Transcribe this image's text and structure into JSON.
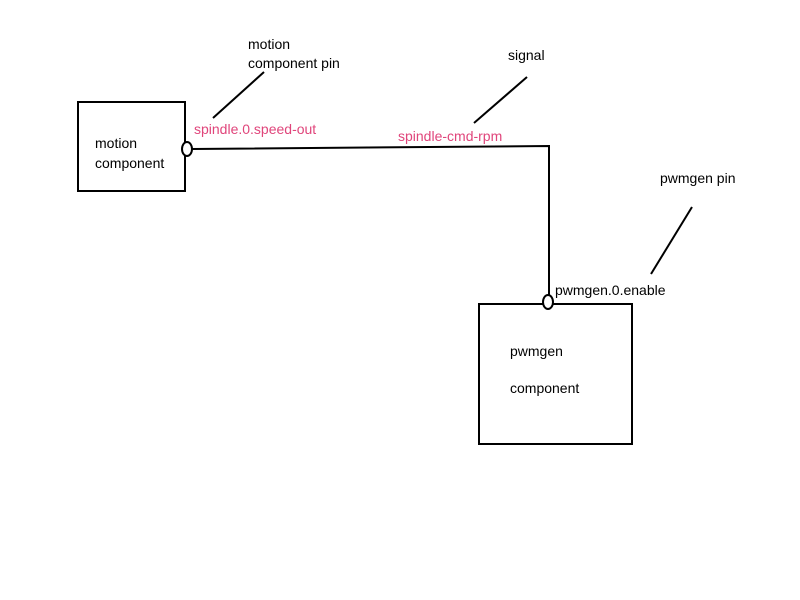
{
  "colors": {
    "pin_name": "#e0457b",
    "lines": "#000000",
    "text": "#000000"
  },
  "components": {
    "motion": {
      "line1": "motion",
      "line2": "component"
    },
    "pwmgen": {
      "line1": "pwmgen",
      "line2": "component"
    }
  },
  "pins": {
    "motion_out": "spindle.0.speed-out",
    "pwmgen_in": "pwmgen.0.enable"
  },
  "signal": {
    "name": "spindle-cmd-rpm"
  },
  "annotations": {
    "motion_pin_line1": "motion",
    "motion_pin_line2": "component pin",
    "signal": "signal",
    "pwmgen_pin": "pwmgen pin"
  }
}
